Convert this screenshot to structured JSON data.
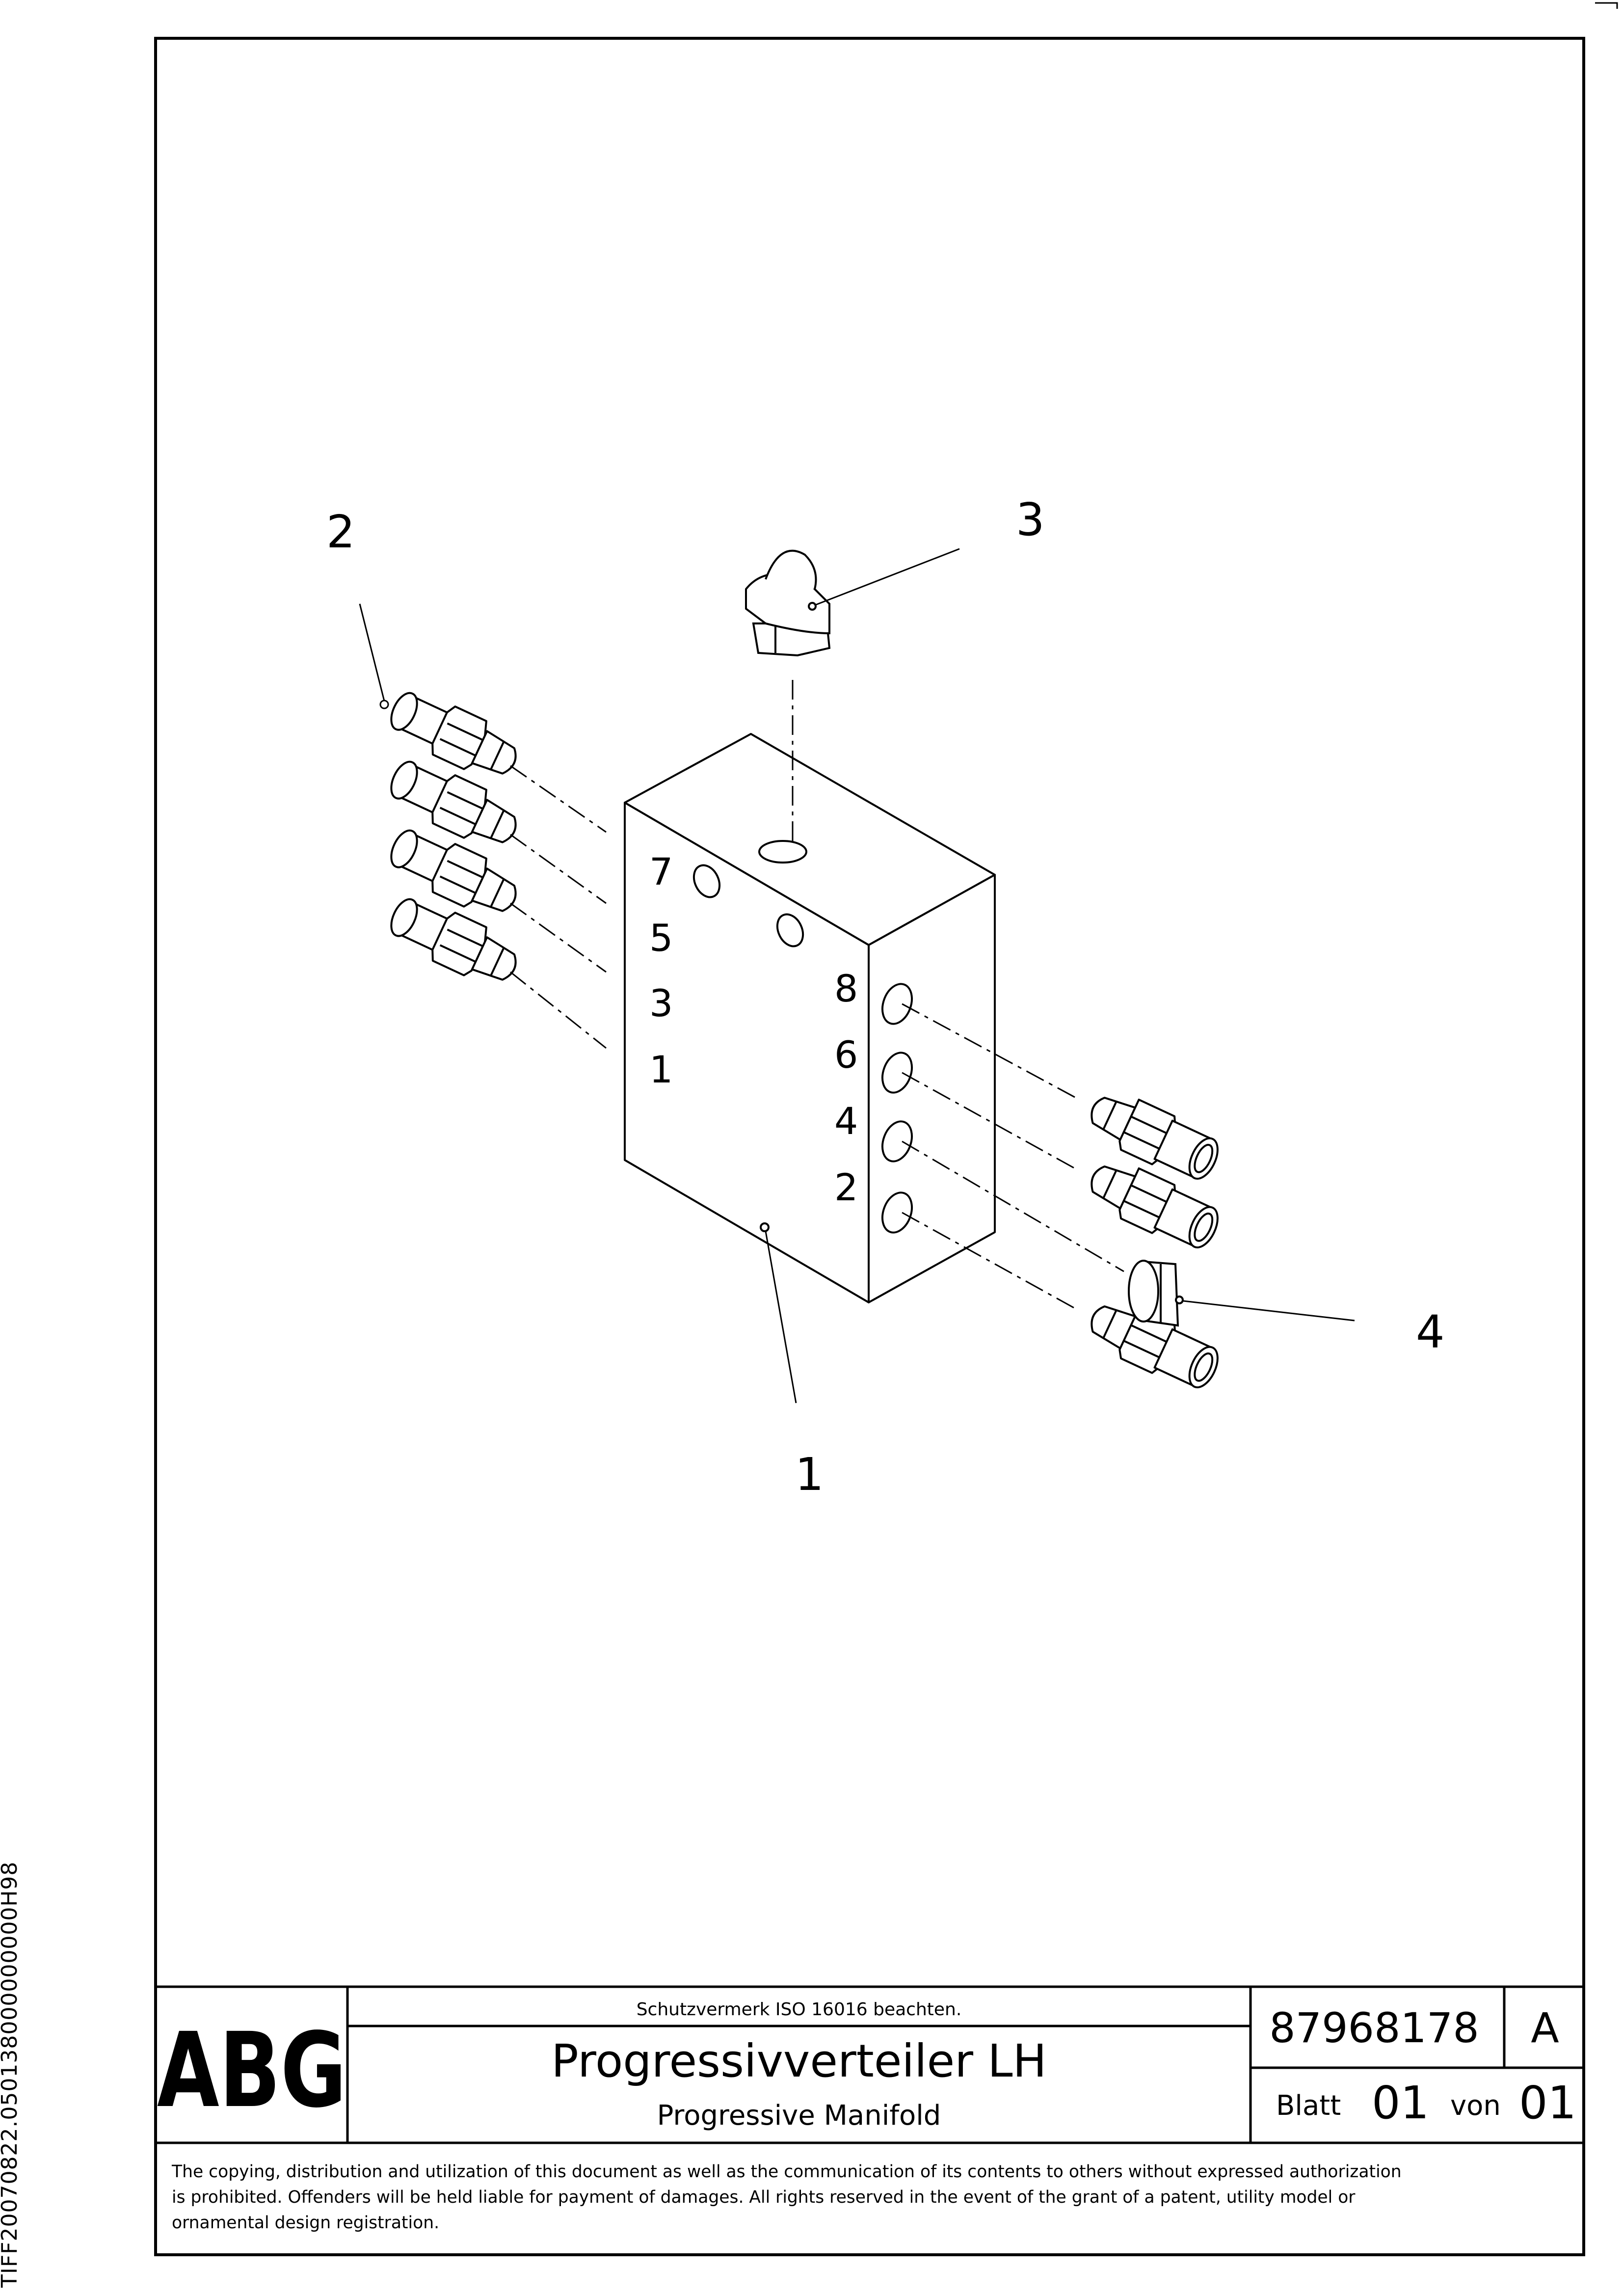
{
  "drawing": {
    "callouts": [
      "1",
      "2",
      "3",
      "4"
    ],
    "port_numbers_left": [
      "7",
      "5",
      "3",
      "1"
    ],
    "port_numbers_right": [
      "8",
      "6",
      "4",
      "2"
    ]
  },
  "title_block": {
    "logo": "ABG",
    "protection_note": "Schutzvermerk ISO 16016 beachten.",
    "title_de": "Progressivverteiler LH",
    "title_en": "Progressive Manifold",
    "drawing_number": "87968178",
    "revision": "A",
    "sheet_label": "Blatt",
    "sheet_number": "01",
    "of_label": "von",
    "sheet_total": "01",
    "copyright_line1": "The copying, distribution and utilization of this document as well as the communication of its contents to others without expressed authorization",
    "copyright_line2": "is prohibited. Offenders will be held liable for payment of damages. All rights reserved in the event of the grant of a patent, utility model or",
    "copyright_line3": "ornamental design registration."
  },
  "side_id": "TIFF20070822.050138000000000H98"
}
